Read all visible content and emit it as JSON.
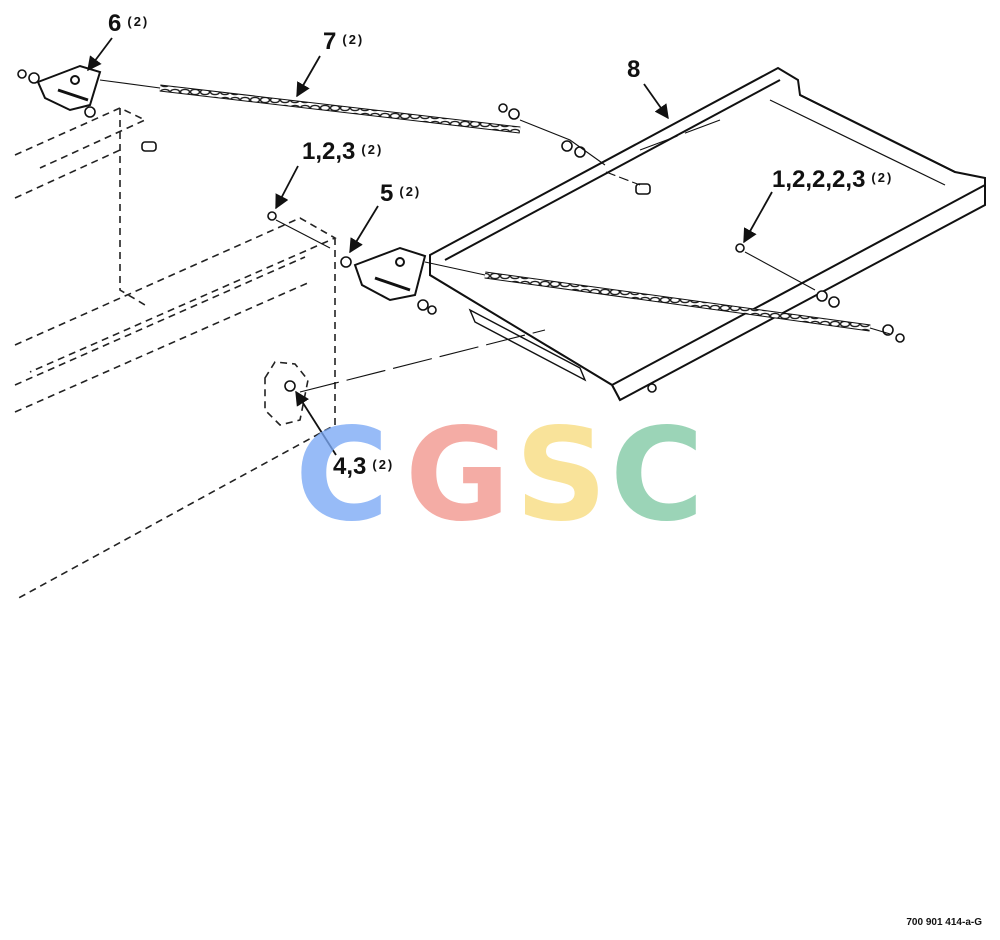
{
  "callouts": [
    {
      "num": "6",
      "qty": "(2)"
    },
    {
      "num": "7",
      "qty": "(2)"
    },
    {
      "num": "8",
      "qty": ""
    },
    {
      "num": "1,2,3",
      "qty": "(2)"
    },
    {
      "num": "5",
      "qty": "(2)"
    },
    {
      "num": "1,2,2,2,3",
      "qty": "(2)"
    },
    {
      "num": "4,3",
      "qty": "(2)"
    }
  ],
  "watermark": {
    "letters": [
      "C",
      "G",
      "S",
      "C"
    ],
    "colors": [
      "#7aa9f5",
      "#f2958c",
      "#f8dc7e",
      "#7fc9a3"
    ]
  },
  "drawing_id": "700 901 414-a-G"
}
